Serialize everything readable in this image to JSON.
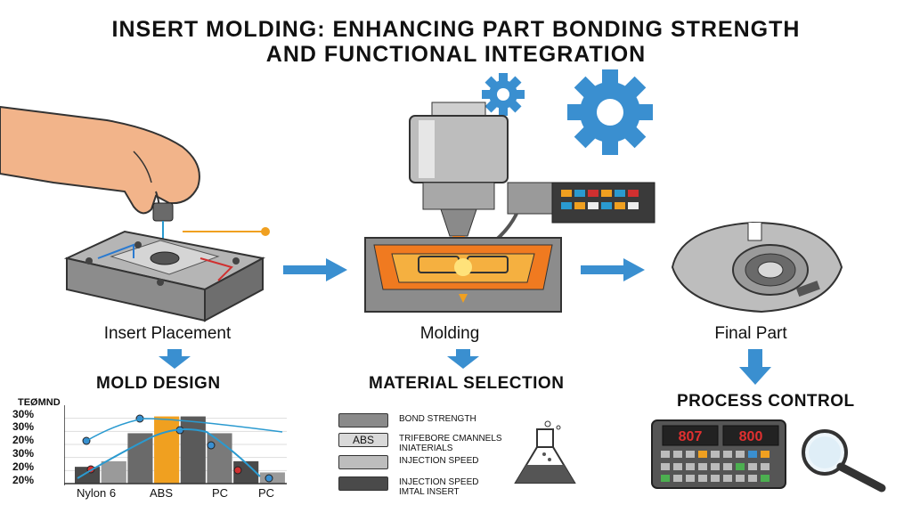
{
  "title": {
    "line1": "INSERT MOLDING: ENHANCING PART BONDING STRENGTH",
    "line2": "AND FUNCTIONAL INTEGRATION"
  },
  "stages": [
    {
      "label": "Insert Placement",
      "icon": "hand-insert-mold-icon"
    },
    {
      "label": "Molding",
      "icon": "injection-machine-icon"
    },
    {
      "label": "Final Part",
      "icon": "metal-part-icon"
    }
  ],
  "sections": {
    "mold_design": "MOLD DESIGN",
    "material_selection": "MATERIAL SELECTION",
    "process_control": "PROCESS CONTROL"
  },
  "legend": [
    {
      "label": "BOND STRENGTH",
      "swatch_label": "",
      "color": "#8a8a8a"
    },
    {
      "label": "TRIFEBORE CMANNELS\nINIATERIALS",
      "swatch_label": "ABS",
      "color": "#d9d9d9"
    },
    {
      "label": "INJECTION SPEED",
      "swatch_label": "",
      "color": "#bdbdbd"
    },
    {
      "label": "INJECTION SPEED\nIMTAL INSERT",
      "swatch_label": "",
      "color": "#4a4a4a"
    }
  ],
  "controller": {
    "display1": "807",
    "display2": "800"
  },
  "colors": {
    "accent_blue": "#3a8fd0",
    "orange": "#f0a020",
    "red": "#d03030",
    "gray": "#9a9a9a"
  },
  "chart_data": {
    "type": "bar",
    "title": "TEØMND",
    "y_ticks": [
      "30%",
      "30%",
      "20%",
      "30%",
      "20%",
      "20%"
    ],
    "categories": [
      "Nylon 6",
      "ABS",
      "PC",
      "PC"
    ],
    "series": [
      {
        "values": [
          3,
          4,
          9,
          12,
          12,
          9,
          4,
          2
        ]
      }
    ],
    "ylim": [
      0,
      14
    ]
  }
}
